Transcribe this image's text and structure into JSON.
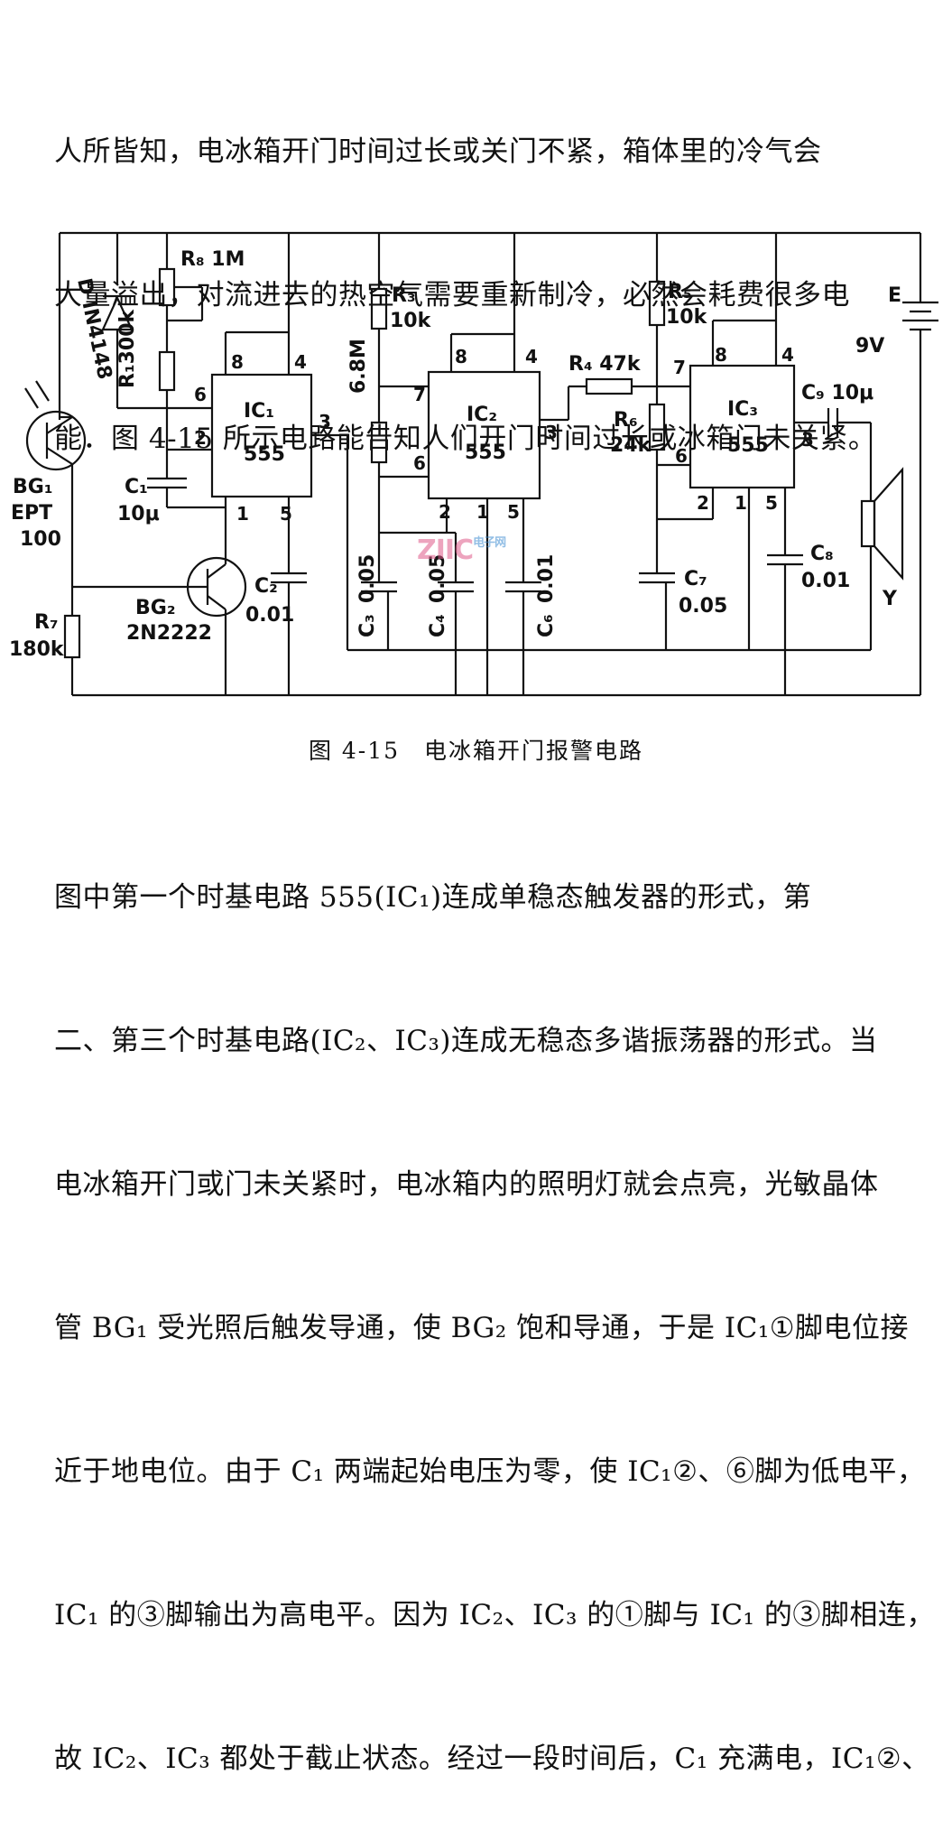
{
  "paragraph_top": [
    "人所皆知，电冰箱开门时间过长或关门不紧，箱体里的冷气会",
    "大量溢出，对流进去的热空气需要重新制冷，必然会耗费很多电",
    "能．图 4-15 所示电路能告知人们开门时间过长或冰箱门未关紧。"
  ],
  "figure": {
    "caption": "图 4-15　电冰箱开门报警电路",
    "watermark": "ZIIC",
    "watermark_small": "电子网",
    "labels": {
      "r8": "R₈ 1M",
      "d": "D IN4148",
      "r1": "R₁300k",
      "bg1a": "BG₁",
      "bg1b": "EPT",
      "bg1c": "100",
      "c1": "C₁",
      "c1v": "10μ",
      "ic1": "IC₁",
      "ic1t": "555",
      "bg2a": "BG₂",
      "bg2b": "2N2222",
      "c2": "C₂",
      "c2v": "0.01",
      "r7": "R₇",
      "r7v": "180k",
      "r3": "R₃",
      "r3v": "10k",
      "r2v": "6.8M",
      "ic2": "IC₂",
      "ic2t": "555",
      "c3": "C₃",
      "c3v": "0.05",
      "c4": "C₄",
      "c4v": "0.05",
      "c6": "C₆",
      "c6v": "0.01",
      "r4": "R₄  47k",
      "r5": "R₅",
      "r5v": "10k",
      "r6": "R₆",
      "r6v": "24k",
      "ic3": "IC₃",
      "ic3t": "555",
      "c7": "C₇",
      "c7v": "0.05",
      "c8": "C₈",
      "c8v": "0.01",
      "c9": "C₉ 10μ",
      "e": "E",
      "ev": "9V",
      "y": "Y",
      "p8a": "8",
      "p4a": "4",
      "p6a": "6",
      "p2a": "2",
      "p3a": "3",
      "p1a": "1",
      "p5a": "5",
      "p8b": "8",
      "p4b": "4",
      "p7b": "7",
      "p6b": "6",
      "p3b": "3",
      "p2b": "2",
      "p1b": "1",
      "p5b": "5",
      "p7c": "7",
      "p8c": "8",
      "p4c": "4",
      "p6c": "6",
      "p3c": "3",
      "p2c": "2",
      "p1c": "1",
      "p5c": "5"
    }
  },
  "paragraph_bottom": [
    "图中第一个时基电路 555(IC₁)连成单稳态触发器的形式，第",
    "二、第三个时基电路(IC₂、IC₃)连成无稳态多谐振荡器的形式。当",
    "电冰箱开门或门未关紧时，电冰箱内的照明灯就会点亮，光敏晶体",
    "管 BG₁ 受光照后触发导通，使 BG₂ 饱和导通，于是 IC₁①脚电位接",
    "近于地电位。由于 C₁ 两端起始电压为零，使 IC₁②、⑥脚为低电平，",
    "IC₁ 的③脚输出为高电平。因为 IC₂、IC₃ 的①脚与 IC₁ 的③脚相连，",
    "故 IC₂、IC₃ 都处于截止状态。经过一段时间后，C₁ 充满电，IC₁②、"
  ]
}
